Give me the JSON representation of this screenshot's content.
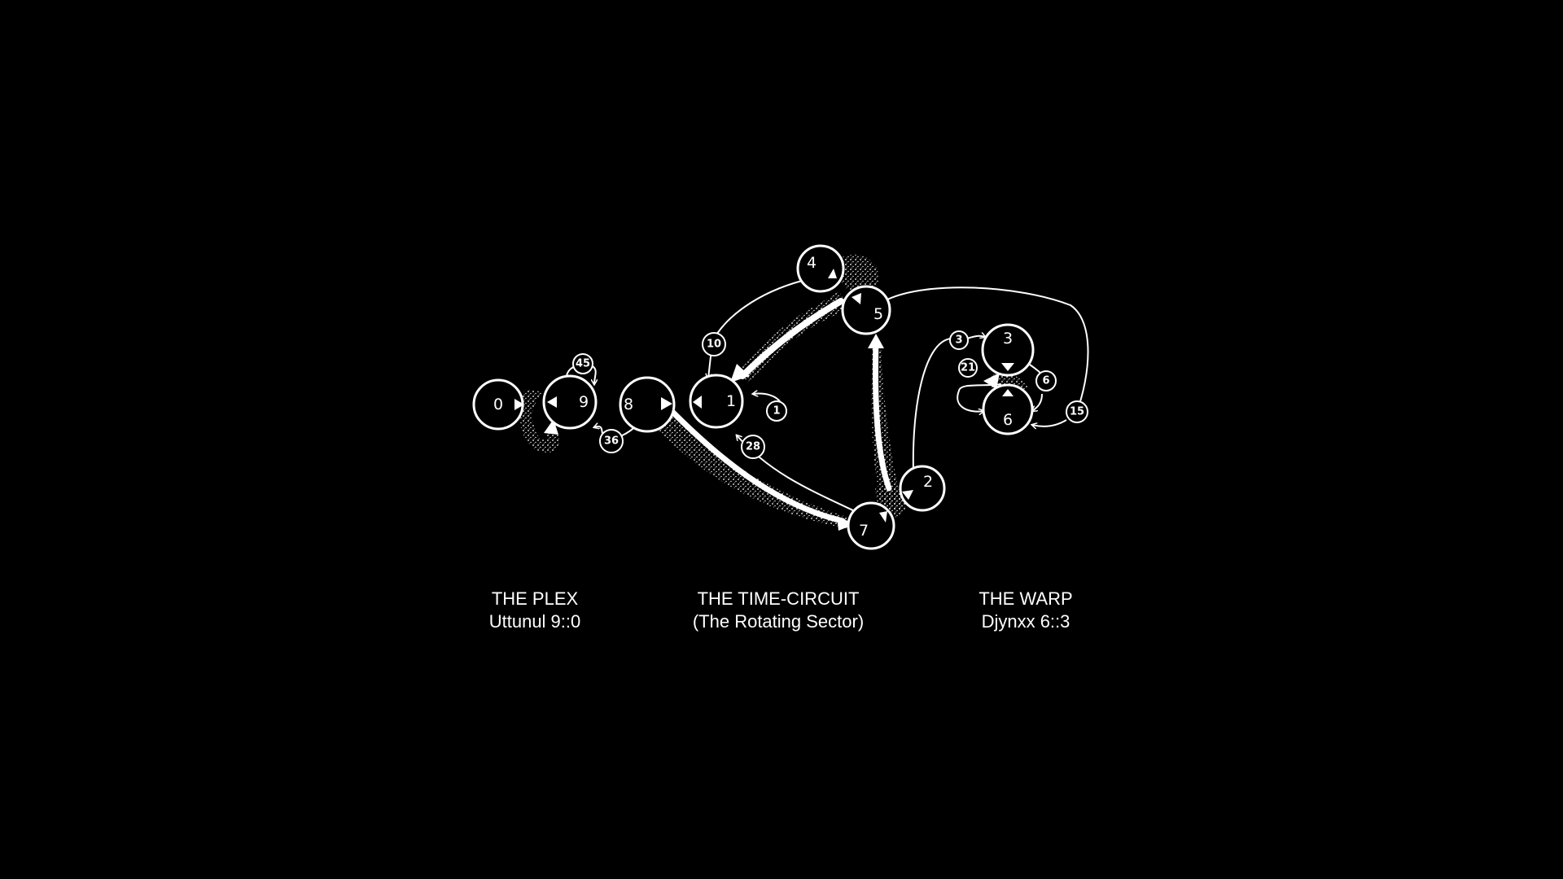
{
  "colors": {
    "background": "#000000",
    "foreground": "#ffffff"
  },
  "nodes": [
    {
      "id": "n0",
      "label": "0"
    },
    {
      "id": "n9",
      "label": "9"
    },
    {
      "id": "n8",
      "label": "8"
    },
    {
      "id": "n1",
      "label": "1"
    },
    {
      "id": "n4",
      "label": "4"
    },
    {
      "id": "n5",
      "label": "5"
    },
    {
      "id": "n2",
      "label": "2"
    },
    {
      "id": "n7",
      "label": "7"
    },
    {
      "id": "n3",
      "label": "3"
    },
    {
      "id": "n6a",
      "label": "6"
    },
    {
      "id": "n6b",
      "label": "6"
    }
  ],
  "edge_labels": [
    {
      "id": "e45",
      "label": "45"
    },
    {
      "id": "e36",
      "label": "36"
    },
    {
      "id": "e10",
      "label": "10"
    },
    {
      "id": "e1",
      "label": "1"
    },
    {
      "id": "e28",
      "label": "28"
    },
    {
      "id": "e3",
      "label": "3"
    },
    {
      "id": "e21",
      "label": "21"
    },
    {
      "id": "e6",
      "label": "6"
    },
    {
      "id": "e15",
      "label": "15"
    }
  ],
  "zones": {
    "plex": {
      "title": "THE PLEX",
      "subtitle": "Uttunul 9::0"
    },
    "time_circuit": {
      "title": "THE TIME-CIRCUIT",
      "subtitle": "(The Rotating Sector)"
    },
    "warp": {
      "title": "THE WARP",
      "subtitle": "Djynxx 6::3"
    }
  }
}
